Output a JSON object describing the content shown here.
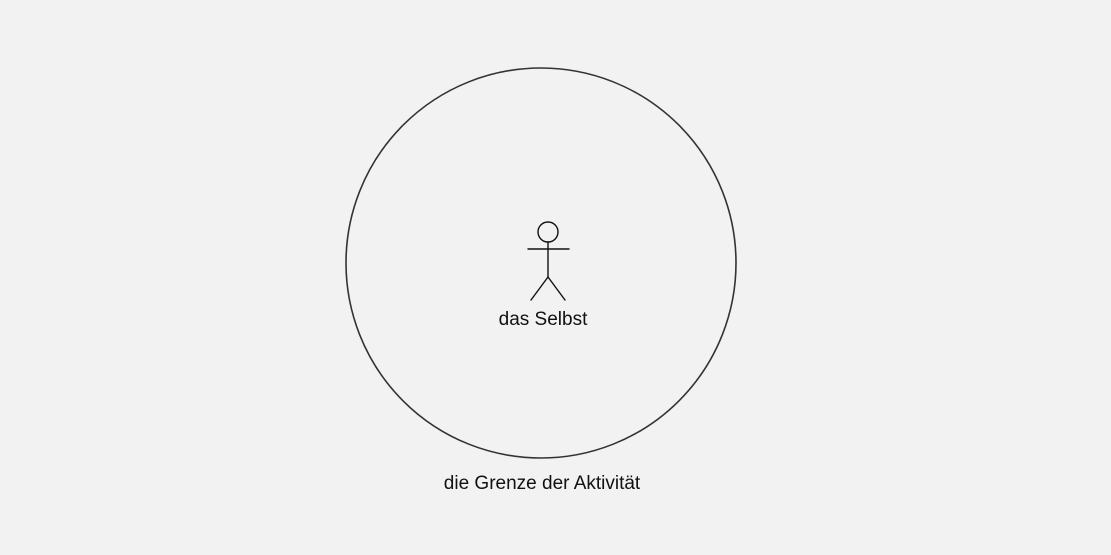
{
  "diagram": {
    "boundary_label": "die Grenze der Aktivität",
    "actor_label": "das Selbst",
    "colors": {
      "background": "#f2f2f2",
      "stroke": "#333333",
      "text": "#111111"
    },
    "icons": {
      "actor": "stick-figure-icon",
      "boundary": "circle-boundary"
    }
  }
}
